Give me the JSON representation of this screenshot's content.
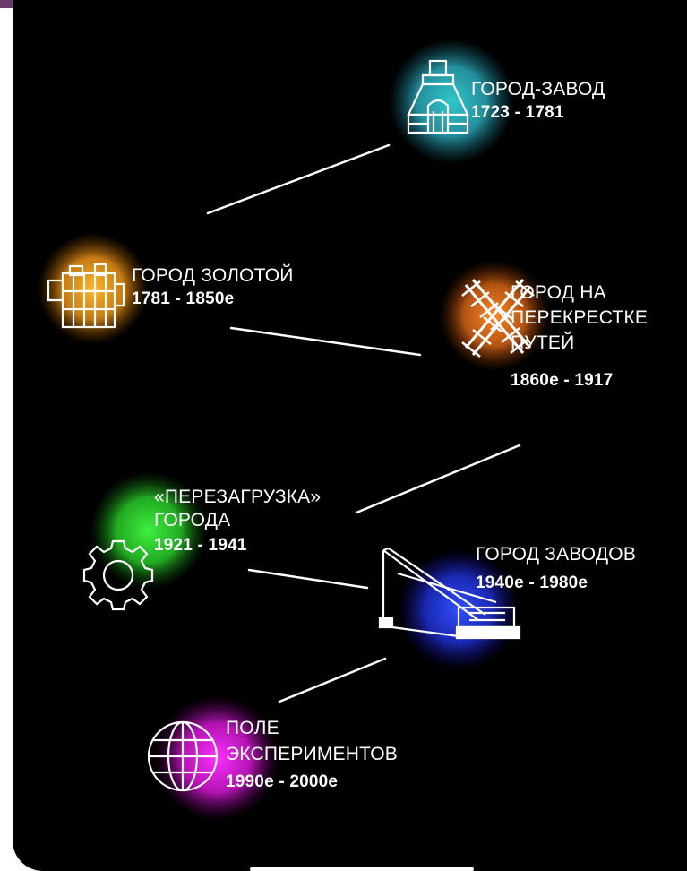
{
  "colors": {
    "background": "#000000",
    "top_bar": "#6a3a6e",
    "line": "#ffffff",
    "text": "#ffffff"
  },
  "nodes": [
    {
      "id": "gorod-zavod",
      "title": "ГОРОД-ЗАВОД",
      "years": "1723 - 1781",
      "glow": "#2bb8c0",
      "icon": "factory-building-icon"
    },
    {
      "id": "gorod-zolotoy",
      "title": "ГОРОД ЗОЛОТОЙ",
      "years": "1781 - 1850е",
      "glow": "#f0a020",
      "icon": "gold-mining-machine-icon"
    },
    {
      "id": "gorod-na-perekrestke",
      "title": "ГОРОД НА\nПЕРЕКРЕСТКЕ\nПУТЕЙ",
      "years": "1860е - 1917",
      "glow": "#f07a20",
      "icon": "crossed-railroads-icon"
    },
    {
      "id": "perezagruzka",
      "title": "«ПЕРЕЗАГРУЗКА»\nГОРОДА",
      "years": "1921 - 1941",
      "glow": "#30d030",
      "icon": "gear-icon"
    },
    {
      "id": "gorod-zavodov",
      "title": "ГОРОД ЗАВОДОВ",
      "years": "1940е - 1980е",
      "glow": "#2040e0",
      "icon": "excavator-crane-icon"
    },
    {
      "id": "pole-eksperimentov",
      "title": "ПОЛЕ\nЭКСПЕРИМЕНТОВ",
      "years": "1990е - 2000е",
      "glow": "#e020d8",
      "icon": "globe-icon"
    }
  ]
}
